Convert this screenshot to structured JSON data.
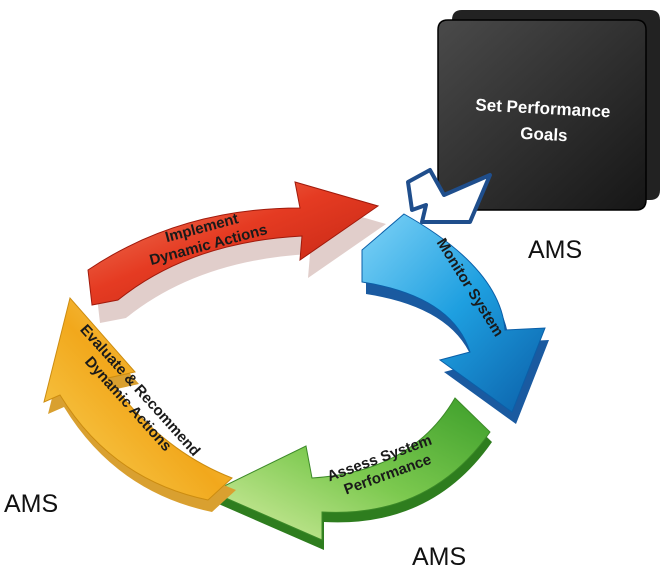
{
  "goal_box": {
    "lines": [
      "Set Performance",
      "Goals"
    ]
  },
  "cycle_steps": [
    {
      "lines": [
        "Implement",
        "Dynamic Actions"
      ],
      "color": "#e53b22"
    },
    {
      "lines": [
        "Monitor System"
      ],
      "color": "#1e9fe0"
    },
    {
      "lines": [
        "Assess System",
        "Performance"
      ],
      "color": "#58b538"
    },
    {
      "lines": [
        "Evaluate & Recommend",
        "Dynamic Actions"
      ],
      "color": "#f2a81c"
    }
  ],
  "ams_labels": [
    "AMS",
    "AMS",
    "AMS"
  ]
}
